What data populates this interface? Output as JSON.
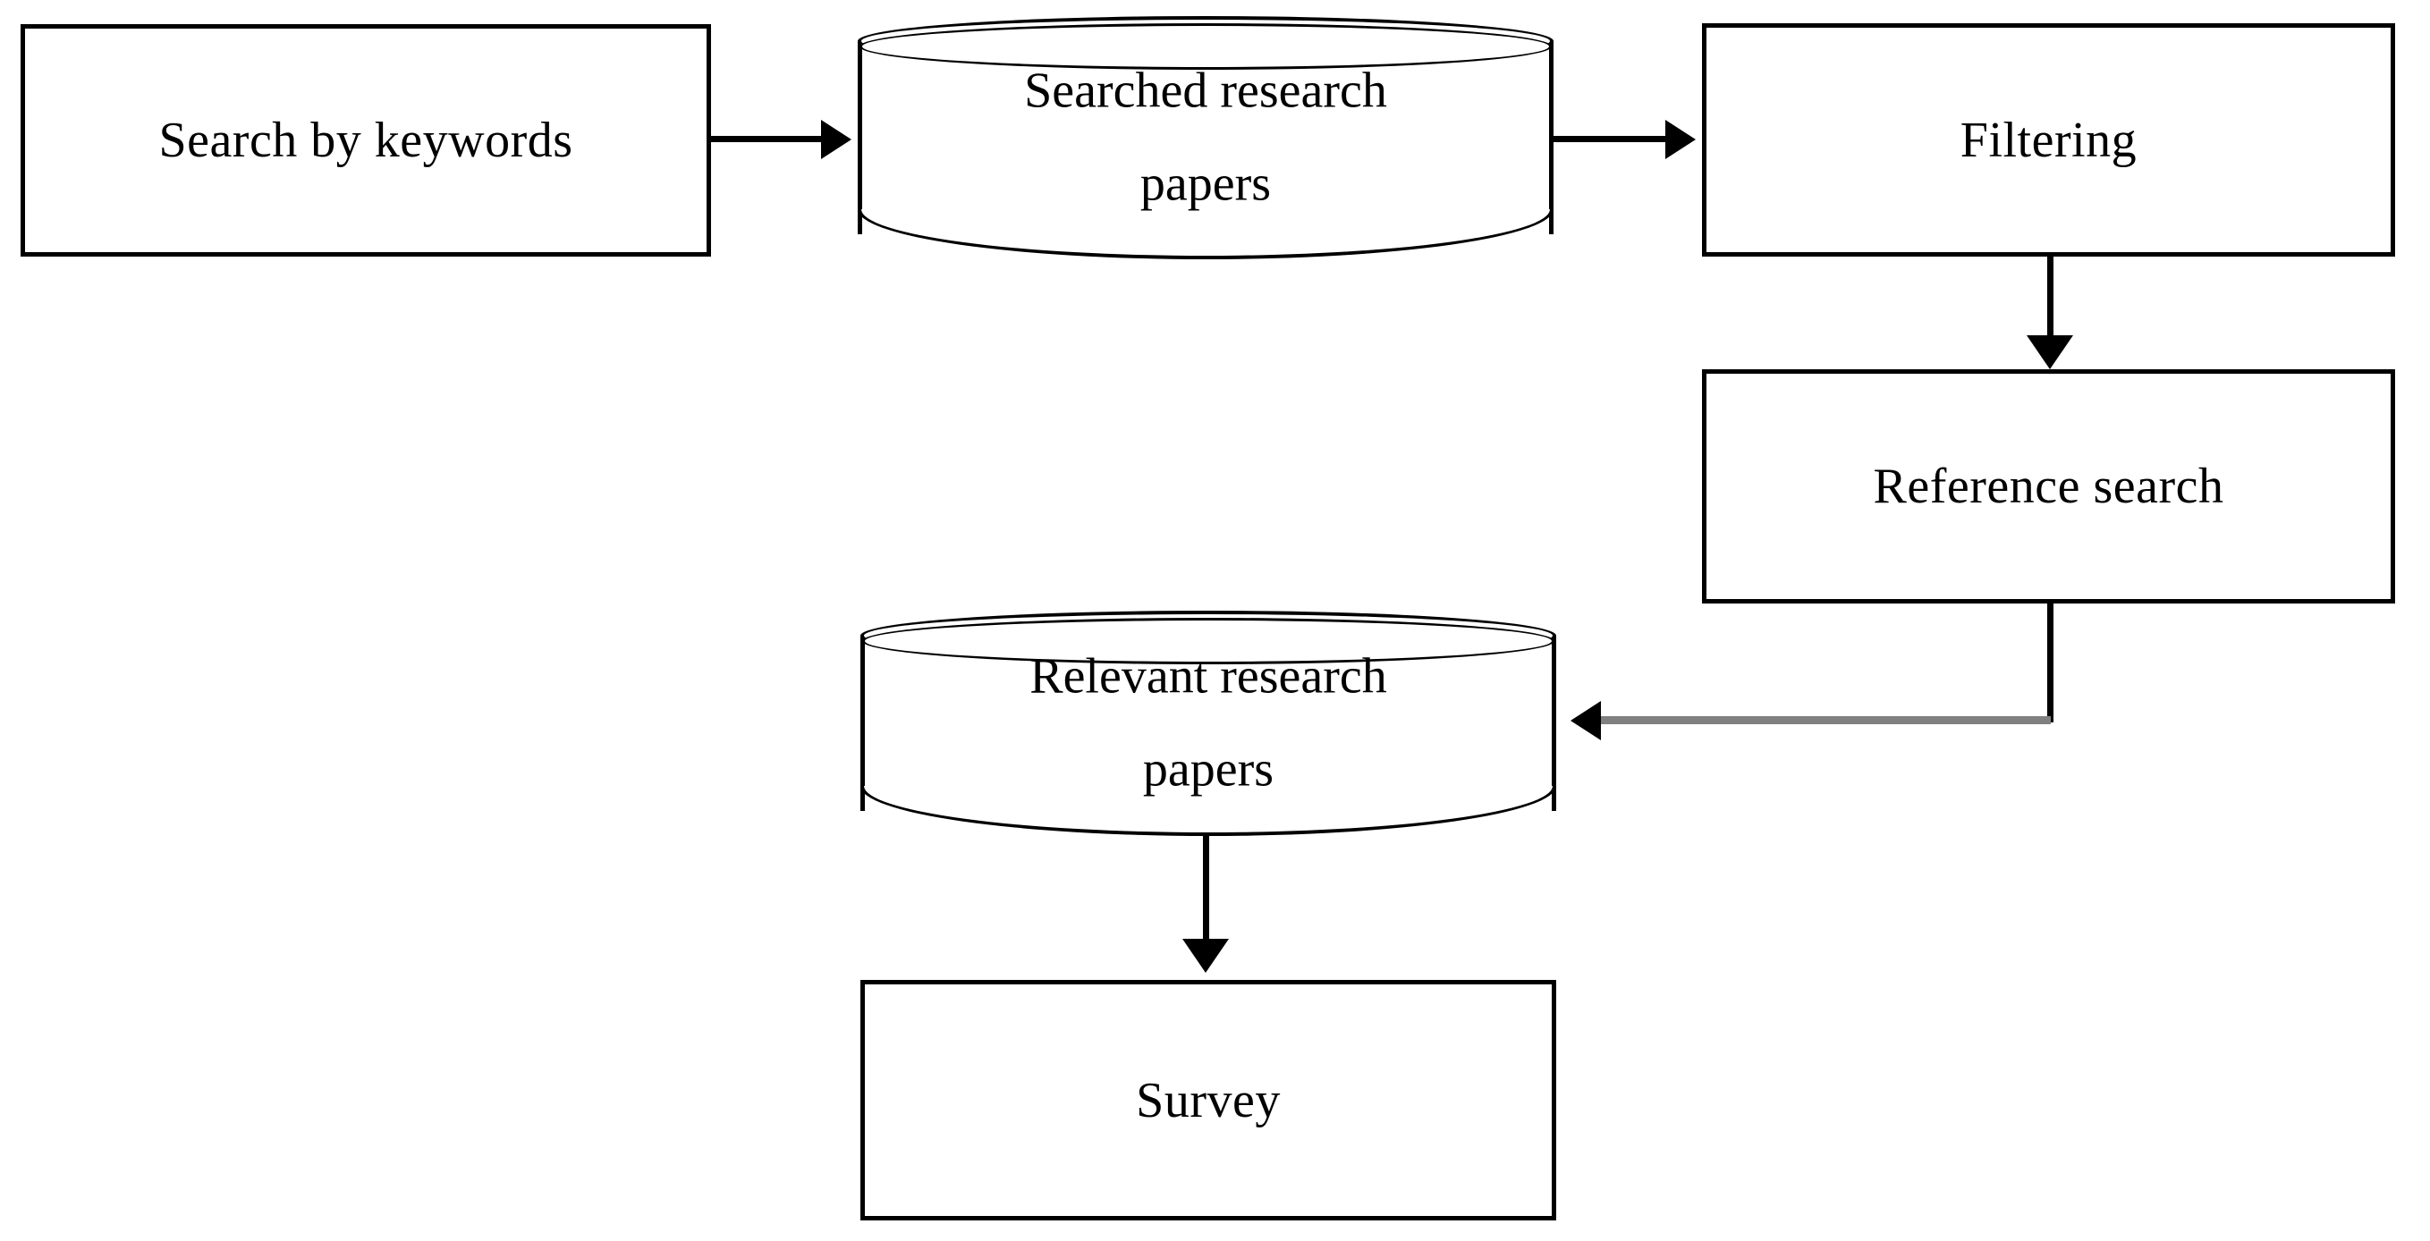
{
  "diagram": {
    "type": "flowchart",
    "background_color": "#ffffff",
    "line_color": "#000000",
    "secondary_line_color": "#808080",
    "nodes": [
      {
        "id": "search-by-keywords",
        "shape": "rectangle",
        "label": "Search by keywords",
        "lines": [
          "Search by keywords"
        ]
      },
      {
        "id": "searched-research-papers",
        "shape": "cylinder",
        "label": "Searched research papers",
        "line1": "Searched research",
        "line2": "papers"
      },
      {
        "id": "filtering",
        "shape": "rectangle",
        "label": "Filtering",
        "lines": [
          "Filtering"
        ]
      },
      {
        "id": "reference-search",
        "shape": "rectangle",
        "label": "Reference search",
        "lines": [
          "Reference search"
        ]
      },
      {
        "id": "relevant-research-papers",
        "shape": "cylinder",
        "label": "Relevant research papers",
        "line1": "Relevant research",
        "line2": "papers"
      },
      {
        "id": "survey",
        "shape": "rectangle",
        "label": "Survey",
        "lines": [
          "Survey"
        ]
      }
    ],
    "edges": [
      {
        "id": "e1",
        "from": "search-by-keywords",
        "to": "searched-research-papers",
        "style": "straight-horizontal",
        "direction": "right",
        "color": "#000000"
      },
      {
        "id": "e2",
        "from": "searched-research-papers",
        "to": "filtering",
        "style": "straight-horizontal",
        "direction": "right",
        "color": "#000000"
      },
      {
        "id": "e3",
        "from": "filtering",
        "to": "reference-search",
        "style": "straight-vertical",
        "direction": "down",
        "color": "#000000"
      },
      {
        "id": "e4",
        "from": "reference-search",
        "to": "relevant-research-papers",
        "style": "elbow",
        "direction": "left",
        "color": "#808080"
      },
      {
        "id": "e5",
        "from": "relevant-research-papers",
        "to": "survey",
        "style": "straight-vertical",
        "direction": "down",
        "color": "#000000"
      }
    ]
  }
}
